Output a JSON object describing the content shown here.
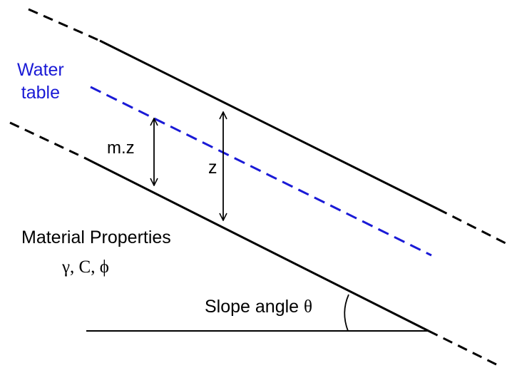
{
  "labels": {
    "water_table_line1": "Water",
    "water_table_line2": "table",
    "mz": "m.z",
    "z": "z",
    "material_properties": "Material Properties",
    "material_symbols": "γ, C, ϕ",
    "slope_angle_text": "Slope angle",
    "slope_angle_symbol": "θ"
  },
  "colors": {
    "line": "#000000",
    "water_table": "#1a1ad6"
  }
}
